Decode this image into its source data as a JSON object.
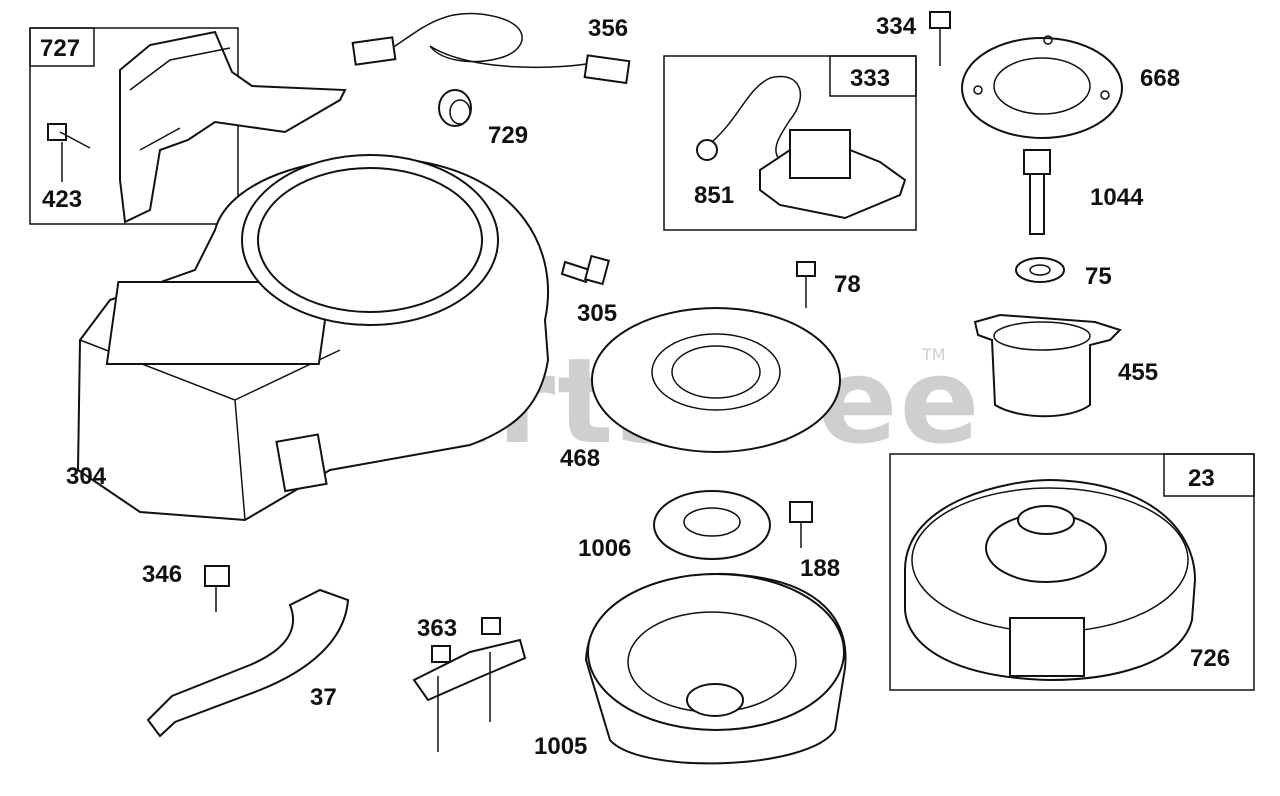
{
  "watermark": {
    "text": "PartsTree",
    "trademark": "TM",
    "color": "#cfcfcf"
  },
  "diagram": {
    "type": "exploded-parts-diagram",
    "boxed_groups": [
      {
        "id": "727",
        "label": "727",
        "members": [
          "423"
        ]
      },
      {
        "id": "333",
        "label": "333",
        "members": [
          "851"
        ]
      },
      {
        "id": "23",
        "label": "23",
        "members": [
          "726"
        ]
      }
    ],
    "part_labels": {
      "p727": "727",
      "p423": "423",
      "p356": "356",
      "p729": "729",
      "p333": "333",
      "p851": "851",
      "p334": "334",
      "p668": "668",
      "p1044": "1044",
      "p75": "75",
      "p455": "455",
      "p305": "305",
      "p78": "78",
      "p468": "468",
      "p304": "304",
      "p23": "23",
      "p726": "726",
      "p1006": "1006",
      "p188": "188",
      "p346": "346",
      "p363": "363",
      "p37": "37",
      "p1005": "1005"
    }
  }
}
